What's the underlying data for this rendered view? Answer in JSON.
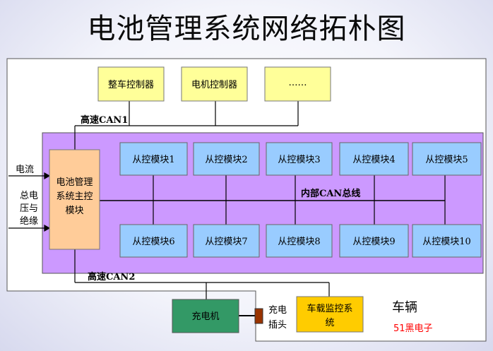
{
  "title": "电池管理系统网络拓朴图",
  "top_controllers": [
    "整车控制器",
    "电机控制器",
    "……"
  ],
  "can1_label": "高速CAN1",
  "can2_label": "高速CAN2",
  "internal_bus_label": "内部CAN总线",
  "main_controller_label": [
    "电池管理",
    "系统主控",
    "模块"
  ],
  "inputs": {
    "current": "电流",
    "voltage_insulation": [
      "总电",
      "压与",
      "绝缘"
    ]
  },
  "slave_modules_top": [
    "从控模块1",
    "从控模块2",
    "从控模块3",
    "从控模块4",
    "从控模块5"
  ],
  "slave_modules_bottom": [
    "从控模块6",
    "从控模块7",
    "从控模块8",
    "从控模块9",
    "从控模块10"
  ],
  "charger_label": "充电机",
  "charge_plug_label": [
    "充电",
    "插头"
  ],
  "onboard_monitor_label": [
    "车载监控系",
    "统"
  ],
  "vehicle_label": "车辆",
  "watermark": "51黑电子",
  "colors": {
    "controller_fill": "#ffff99",
    "purple_panel": "#cc99ff",
    "slave_fill": "#99ccff",
    "main_fill": "#ffcc99",
    "charger_fill": "#339966",
    "monitor_fill": "#ffcc00",
    "plug_fill": "#993300",
    "watermark": "#ff0000"
  }
}
